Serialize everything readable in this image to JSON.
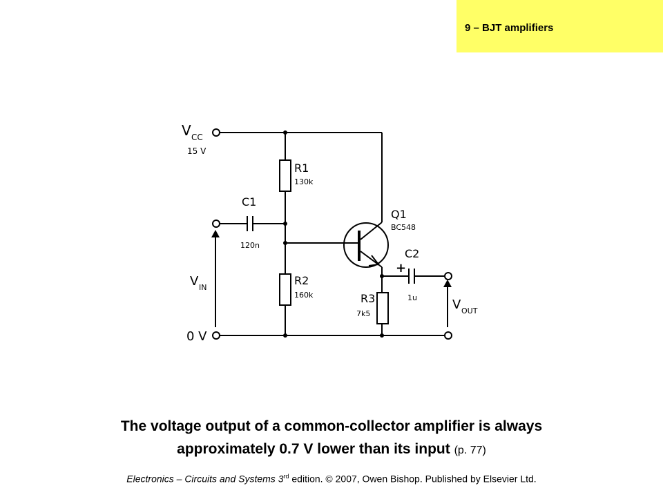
{
  "header": {
    "chapter_label": "9 – BJT amplifiers",
    "accent": "#ffff66"
  },
  "schematic": {
    "vcc_label": "V",
    "vcc_sub": "CC",
    "vcc_value": "15 V",
    "r1_name": "R1",
    "r1_value": "130k",
    "c1_name": "C1",
    "c1_value": "120n",
    "q1_name": "Q1",
    "q1_type": "BC548",
    "c2_name": "C2",
    "c2_value": "1u",
    "c2_polarity": "+",
    "r2_name": "R2",
    "r2_value": "160k",
    "r3_name": "R3",
    "r3_value": "7k5",
    "vin_label": "V",
    "vin_sub": "IN",
    "vout_label": "V",
    "vout_sub": "OUT",
    "ground_label": "0 V"
  },
  "caption": {
    "line1": "The voltage output of a common-collector amplifier is always",
    "line2": "approximately 0.7 V lower than its input",
    "page_ref": "(p. 77)"
  },
  "credit": {
    "book_title": "Electronics – Circuits and Systems 3",
    "edition_suffix": "rd",
    "rest": " edition. © 2007, Owen Bishop. Published by Elsevier Ltd."
  }
}
